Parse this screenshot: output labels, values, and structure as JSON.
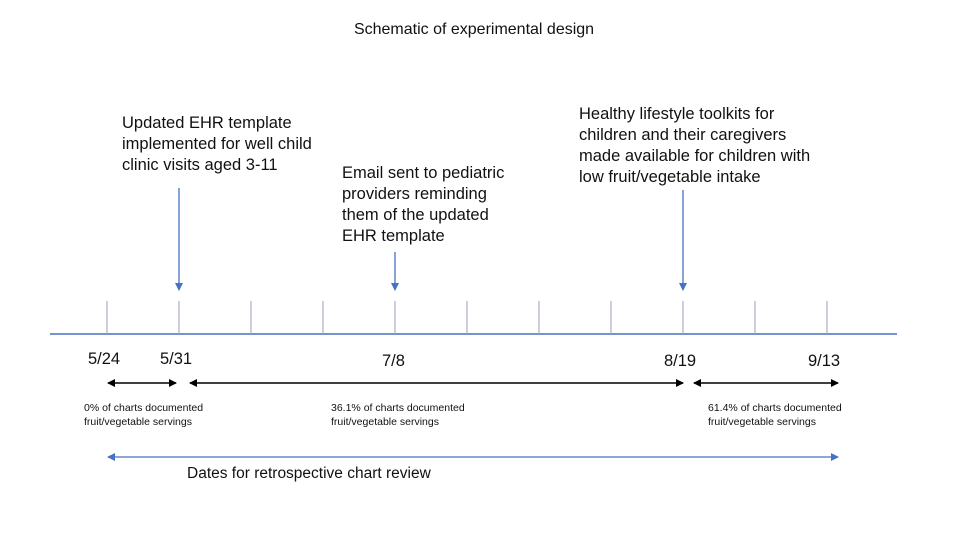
{
  "title": "Schematic of experimental design",
  "colors": {
    "timeline": "#4472c4",
    "arrow_black": "#000000",
    "tick": "#9a9fb8"
  },
  "annotations": [
    {
      "text": "Updated EHR template\nimplemented for well child\nclinic visits aged 3-11"
    },
    {
      "text": "Email sent to pediatric\nproviders reminding\nthem of the updated\nEHR template"
    },
    {
      "text": "Healthy lifestyle toolkits for\nchildren and their caregivers\nmade available for children with\nlow fruit/vegetable intake"
    }
  ],
  "dates": [
    "5/24",
    "5/31",
    "7/8",
    "8/19",
    "9/13"
  ],
  "periods": [
    {
      "text": "0% of charts documented\nfruit/vegetable servings"
    },
    {
      "text": "36.1% of charts documented\nfruit/vegetable servings"
    },
    {
      "text": "61.4% of charts documented\nfruit/vegetable servings"
    }
  ],
  "review_caption": "Dates for retrospective chart review"
}
